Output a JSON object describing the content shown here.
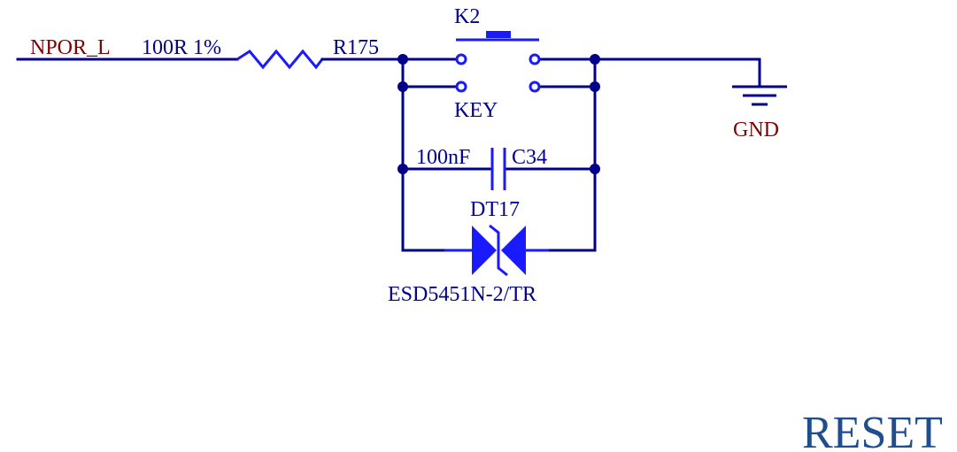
{
  "net_label": "NPOR_L",
  "resistor": {
    "value": "100R 1%",
    "ref": "R175"
  },
  "switch": {
    "ref": "K2",
    "value": "KEY"
  },
  "capacitor": {
    "value": "100nF",
    "ref": "C34"
  },
  "tvs": {
    "ref": "DT17",
    "part": "ESD5451N-2/TR"
  },
  "ground_label": "GND",
  "sheet_title": "RESET",
  "colors": {
    "wire": "#00008b",
    "component": "#1a1aff",
    "net_text": "#800000",
    "title": "#1f4e8c"
  }
}
